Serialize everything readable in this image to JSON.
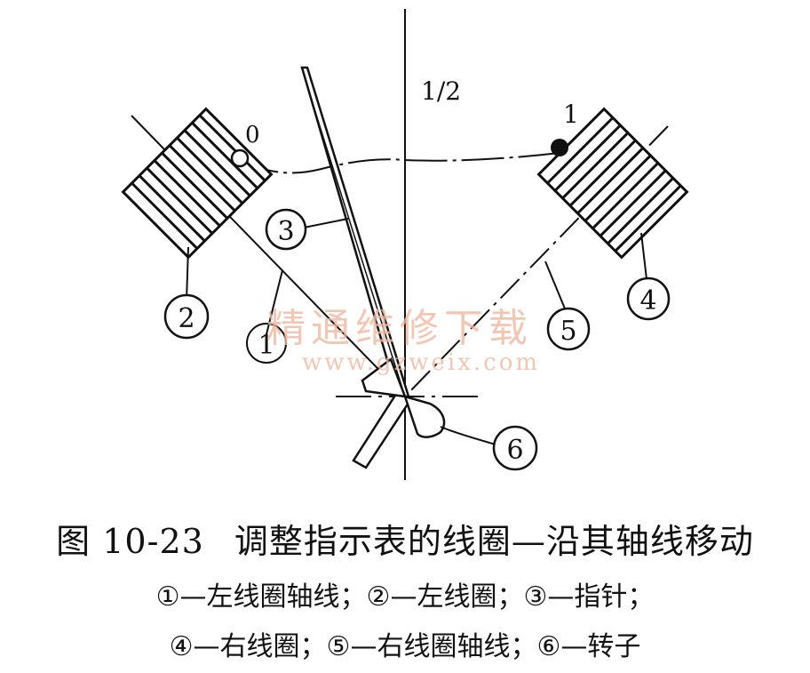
{
  "diagram": {
    "labels": {
      "half": "1/2",
      "zero": "0",
      "one": "1",
      "c1": "1",
      "c2": "2",
      "c3": "3",
      "c4": "4",
      "c5": "5",
      "c6": "6"
    },
    "watermark": {
      "line1": "精通维修下载",
      "line2": "www.gzweix.com"
    }
  },
  "caption": {
    "figure_number": "图 10-23",
    "title": "调整指示表的线圈—沿其轴线移动"
  },
  "legend": {
    "line1": "①—左线圈轴线；②—左线圈；③—指针；",
    "line2": "④—右线圈；⑤—右线圈轴线；⑥—转子"
  }
}
